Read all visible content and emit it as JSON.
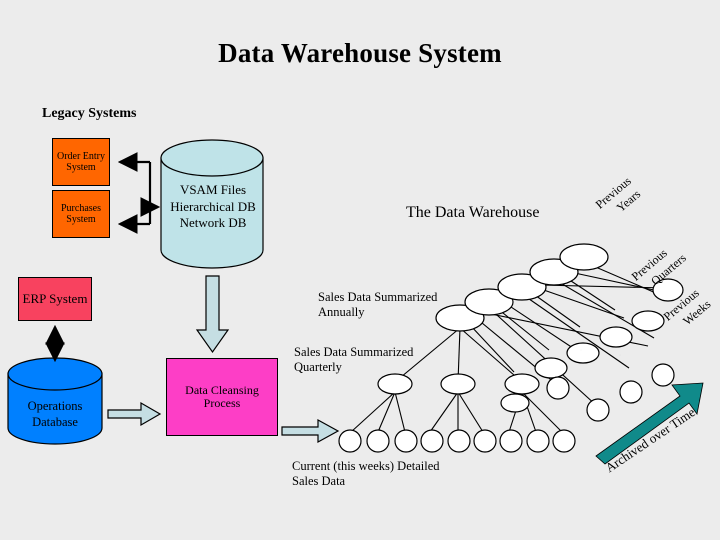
{
  "page": {
    "title": "Data Warehouse System",
    "background_color": "#ececec"
  },
  "sections": {
    "legacy_label": "Legacy Systems",
    "warehouse_label": "The Data Warehouse"
  },
  "legacy": {
    "order_entry": "Order Entry System",
    "purchases": "Purchases System",
    "vsam_line1": "VSAM Files",
    "vsam_line2": "Hierarchical DB",
    "vsam_line3": "Network DB"
  },
  "operational": {
    "erp": "ERP System",
    "ops_db_line1": "Operations",
    "ops_db_line2": "Database",
    "cleansing": "Data Cleansing Process"
  },
  "captions": {
    "annually_line1": "Sales Data Summarized",
    "annually_line2": "Annually",
    "quarterly_line1": "Sales Data Summarized",
    "quarterly_line2": "Quarterly",
    "current_line1": "Current (this weeks) Detailed",
    "current_line2": "Sales Data"
  },
  "axis_labels": {
    "previous_years_line1": "Previous",
    "previous_years_line2": "Years",
    "previous_quarters_line1": "Previous",
    "previous_quarters_line2": "Quarters",
    "previous_weeks_line1": "Previous",
    "previous_weeks_line2": "Weeks",
    "archived_over_time": "Archived over Time"
  },
  "colors": {
    "legacy_box": "#ff6600",
    "erp_box": "#f8425f",
    "cleansing_box": "#fd3ec6",
    "vsam_cylinder": "#bfe3e8",
    "ops_cylinder": "#0080ff",
    "block_arrow": "#c5dee3",
    "archive_arrow": "#108a8a",
    "node_fill": "#ffffff",
    "stroke": "#000000"
  }
}
